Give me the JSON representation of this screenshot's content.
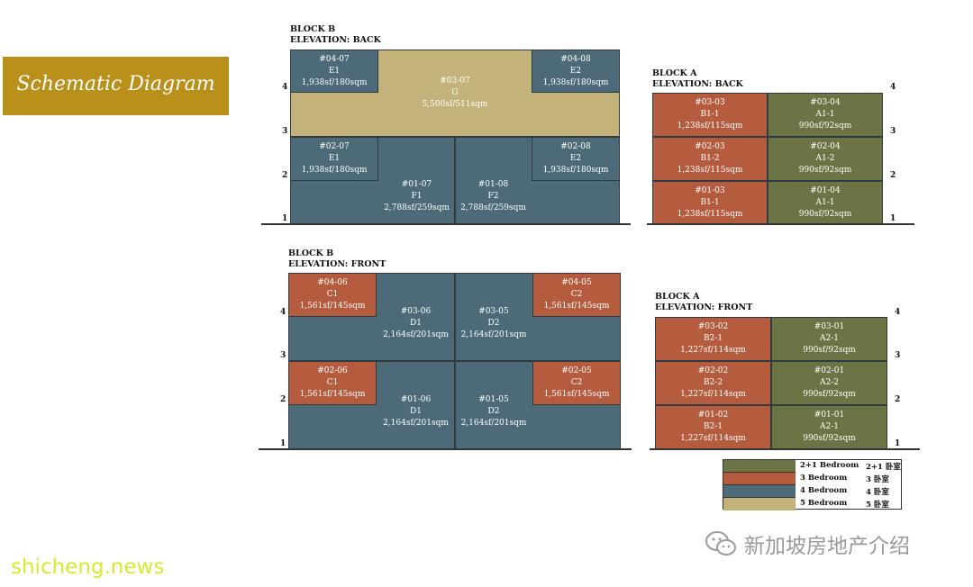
{
  "title": "Schematic Diagram",
  "block_b_back": {
    "label_line1": "BLOCK B",
    "label_line2": "ELEVATION: BACK",
    "floors": [
      "4",
      "3",
      "2",
      "1"
    ],
    "units": [
      {
        "no": "#04-07",
        "type": "E1",
        "area": "1,938sf/180sqm"
      },
      {
        "no": "#03-07",
        "type": "G",
        "area": "5,500sf/511sqm"
      },
      {
        "no": "#04-08",
        "type": "E2",
        "area": "1,938sf/180sqm"
      },
      {
        "no": "#02-07",
        "type": "E1",
        "area": "1,938sf/180sqm"
      },
      {
        "no": "#02-08",
        "type": "E2",
        "area": "1,938sf/180sqm"
      },
      {
        "no": "#01-07",
        "type": "F1",
        "area": "2,788sf/259sqm"
      },
      {
        "no": "#01-08",
        "type": "F2",
        "area": "2,788sf/259sqm"
      }
    ]
  },
  "block_a_back": {
    "label_line1": "BLOCK A",
    "label_line2": "ELEVATION: BACK",
    "floors": [
      "4",
      "3",
      "2",
      "1"
    ],
    "units": [
      {
        "no": "#03-03",
        "type": "B1-1",
        "area": "1,238sf/115sqm"
      },
      {
        "no": "#03-04",
        "type": "A1-1",
        "area": "990sf/92sqm"
      },
      {
        "no": "#02-03",
        "type": "B1-2",
        "area": "1,238sf/115sqm"
      },
      {
        "no": "#02-04",
        "type": "A1-2",
        "area": "990sf/92sqm"
      },
      {
        "no": "#01-03",
        "type": "B1-1",
        "area": "1,238sf/115sqm"
      },
      {
        "no": "#01-04",
        "type": "A1-1",
        "area": "990sf/92sqm"
      }
    ]
  },
  "block_b_front": {
    "label_line1": "BLOCK B",
    "label_line2": "ELEVATION: FRONT",
    "floors": [
      "4",
      "3",
      "2",
      "1"
    ],
    "units": [
      {
        "no": "#04-06",
        "type": "C1",
        "area": "1,561sf/145sqm"
      },
      {
        "no": "#04-05",
        "type": "C2",
        "area": "1,561sf/145sqm"
      },
      {
        "no": "#03-06",
        "type": "D1",
        "area": "2,164sf/201sqm"
      },
      {
        "no": "#03-05",
        "type": "D2",
        "area": "2,164sf/201sqm"
      },
      {
        "no": "#02-06",
        "type": "C1",
        "area": "1,561sf/145sqm"
      },
      {
        "no": "#02-05",
        "type": "C2",
        "area": "1,561sf/145sqm"
      },
      {
        "no": "#01-06",
        "type": "D1",
        "area": "2,164sf/201sqm"
      },
      {
        "no": "#01-05",
        "type": "D2",
        "area": "2,164sf/201sqm"
      }
    ]
  },
  "block_a_front": {
    "label_line1": "BLOCK A",
    "label_line2": "ELEVATION: FRONT",
    "floors": [
      "4",
      "3",
      "2",
      "1"
    ],
    "units": [
      {
        "no": "#03-02",
        "type": "B2-1",
        "area": "1,227sf/114sqm"
      },
      {
        "no": "#03-01",
        "type": "A2-1",
        "area": "990sf/92sqm"
      },
      {
        "no": "#02-02",
        "type": "B2-2",
        "area": "1,227sf/114sqm"
      },
      {
        "no": "#02-01",
        "type": "A2-2",
        "area": "990sf/92sqm"
      },
      {
        "no": "#01-02",
        "type": "B2-1",
        "area": "1,227sf/114sqm"
      },
      {
        "no": "#01-01",
        "type": "A2-1",
        "area": "990sf/92sqm"
      }
    ]
  },
  "legend": [
    {
      "en": "2+1 Bedroom",
      "cn": "2+1 卧室",
      "color": "#6b7444"
    },
    {
      "en": "3 Bedroom",
      "cn": "3 卧室",
      "color": "#b55c3f"
    },
    {
      "en": "4 Bedroom",
      "cn": "4 卧室",
      "color": "#4c6a78"
    },
    {
      "en": "5 Bedroom",
      "cn": "5 卧室",
      "color": "#c3b37a"
    }
  ],
  "wechat_account": "新加坡房地产介绍",
  "watermark": "shicheng.news",
  "colors": {
    "title_bg": "#b8901a",
    "blue": "#4c6a78",
    "red": "#b55c3f",
    "olive": "#6b7444",
    "tan": "#c3b37a"
  }
}
